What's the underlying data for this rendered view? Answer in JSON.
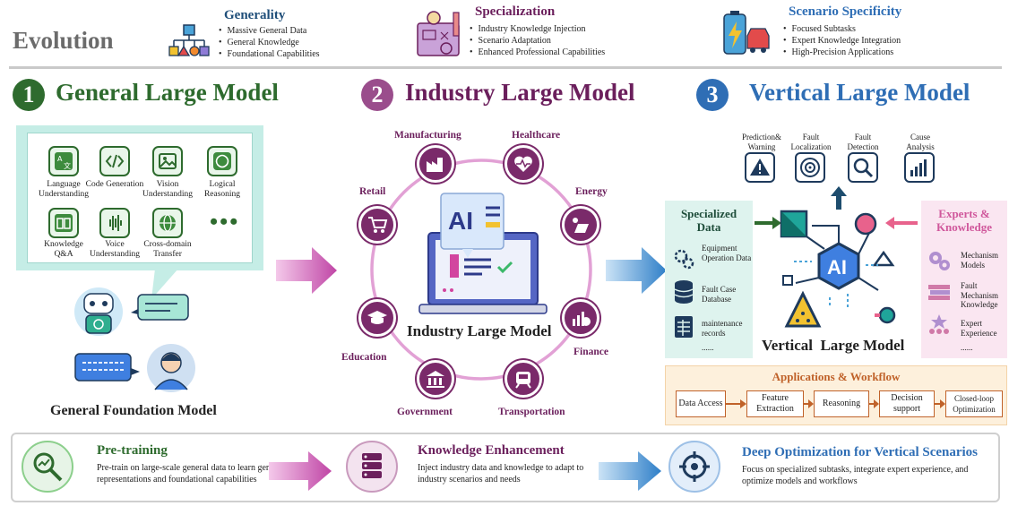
{
  "evolution": {
    "title": "Evolution",
    "generality": {
      "heading": "Generality",
      "items": [
        "Massive General Data",
        "General Knowledge",
        "Foundational Capabilities"
      ]
    },
    "specialization": {
      "heading": "Specialization",
      "items": [
        "Industry Knowledge Injection",
        "Scenario Adaptation",
        "Enhanced Professional Capabilities"
      ]
    },
    "scenario": {
      "heading": "Scenario Specificity",
      "items": [
        "Focused Subtasks",
        "Expert Knowledge Integration",
        "High-Precision Applications"
      ]
    }
  },
  "stages": [
    {
      "number": "1",
      "title": "General Large Model",
      "color": "#2e6b2e"
    },
    {
      "number": "2",
      "title": "Industry Large Model",
      "color": "#7a2a6a"
    },
    {
      "number": "3",
      "title": "Vertical Large Model",
      "color": "#2f6eb5"
    }
  ],
  "general": {
    "capabilities": [
      {
        "label": "Language Understanding",
        "icon": "translate-icon"
      },
      {
        "label": "Code Generation",
        "icon": "code-icon"
      },
      {
        "label": "Vision Understanding",
        "icon": "image-icon"
      },
      {
        "label": "Logical Reasoning",
        "icon": "brain-icon"
      },
      {
        "label": "Knowledge Q&A",
        "icon": "book-icon"
      },
      {
        "label": "Voice Understanding",
        "icon": "waveform-icon"
      },
      {
        "label": "Cross-domain Transfer",
        "icon": "globe-icon"
      },
      {
        "label": "",
        "icon": "ellipsis-icon"
      }
    ],
    "footer": "General Foundation Model"
  },
  "industry": {
    "center_label": "Industry Large Model",
    "center_badge": "AI",
    "nodes": [
      {
        "label": "Manufacturing",
        "icon": "factory-icon"
      },
      {
        "label": "Healthcare",
        "icon": "heart-pulse-icon"
      },
      {
        "label": "Energy",
        "icon": "solar-icon"
      },
      {
        "label": "Finance",
        "icon": "finance-icon"
      },
      {
        "label": "Transportation",
        "icon": "train-icon"
      },
      {
        "label": "Government",
        "icon": "government-icon"
      },
      {
        "label": "Education",
        "icon": "education-icon"
      },
      {
        "label": "Retail",
        "icon": "cart-icon"
      }
    ]
  },
  "vertical": {
    "outputs": [
      {
        "label": "Prediction& Warning",
        "icon": "warning-icon"
      },
      {
        "label": "Fault Localization",
        "icon": "target-icon"
      },
      {
        "label": "Fault Detection",
        "icon": "magnifier-icon"
      },
      {
        "label": "Cause Analysis",
        "icon": "bar-chart-icon"
      }
    ],
    "specialized_data": {
      "heading": "Specialized Data",
      "items": [
        "Equipment Operation Data",
        "Fault Case Database",
        "maintenance records",
        "......"
      ]
    },
    "experts": {
      "heading": "Experts & Knowledge",
      "items": [
        "Mechanism Models",
        "Fault Mechanism Knowledge",
        "Expert Experience",
        "......"
      ]
    },
    "center_label": "Vertical  Large Model",
    "center_badge": "AI",
    "applications": {
      "heading": "Applications & Workflow",
      "steps": [
        "Data Access",
        "Feature Extraction",
        "Reasoning",
        "Decision support",
        "Closed-loop Optimization"
      ]
    }
  },
  "bottom": [
    {
      "title": "Pre-training",
      "desc": "Pre-train on large-scale general data to learn general representations and foundational capabilities",
      "color": "#2e6b2e"
    },
    {
      "title": "Knowledge Enhancement",
      "desc": "Inject industry data and knowledge to adapt to industry scenarios and needs",
      "color": "#6b1f5c"
    },
    {
      "title": "Deep Optimization for Vertical Scenarios",
      "desc": "Focus on specialized subtasks, integrate expert experience, and optimize models and workflows",
      "color": "#2f6eb5"
    }
  ]
}
